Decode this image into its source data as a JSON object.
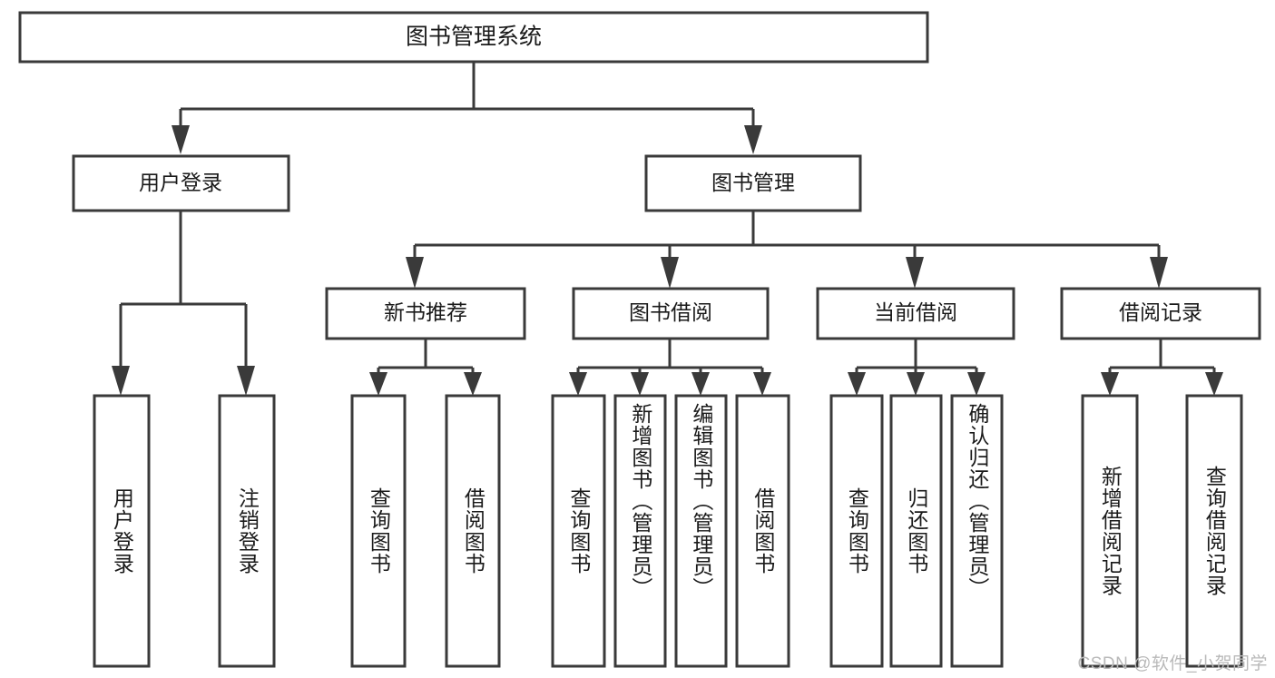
{
  "diagram": {
    "type": "tree-hierarchy",
    "orientation": "top-down",
    "root": {
      "id": "root",
      "label": "图书管理系统"
    },
    "level1": [
      {
        "id": "user-login",
        "label": "用户登录"
      },
      {
        "id": "book-manage",
        "label": "图书管理"
      }
    ],
    "level2": [
      {
        "id": "new-book-recommend",
        "label": "新书推荐",
        "parent": "book-manage"
      },
      {
        "id": "book-borrow",
        "label": "图书借阅",
        "parent": "book-manage"
      },
      {
        "id": "current-borrow",
        "label": "当前借阅",
        "parent": "book-manage"
      },
      {
        "id": "borrow-record",
        "label": "借阅记录",
        "parent": "book-manage"
      }
    ],
    "leaves": [
      {
        "id": "leaf-user-login",
        "label": "用户登录",
        "parent": "user-login"
      },
      {
        "id": "leaf-logout",
        "label": "注销登录",
        "parent": "user-login"
      },
      {
        "id": "leaf-query-book-1",
        "label": "查询图书",
        "parent": "new-book-recommend"
      },
      {
        "id": "leaf-borrow-book-1",
        "label": "借阅图书",
        "parent": "new-book-recommend"
      },
      {
        "id": "leaf-query-book-2",
        "label": "查询图书",
        "parent": "book-borrow"
      },
      {
        "id": "leaf-add-book",
        "label": "新增图书（管理员）",
        "parent": "book-borrow"
      },
      {
        "id": "leaf-edit-book",
        "label": "编辑图书（管理员）",
        "parent": "book-borrow"
      },
      {
        "id": "leaf-borrow-book-2",
        "label": "借阅图书",
        "parent": "book-borrow"
      },
      {
        "id": "leaf-query-book-3",
        "label": "查询图书",
        "parent": "current-borrow"
      },
      {
        "id": "leaf-return-book",
        "label": "归还图书",
        "parent": "current-borrow"
      },
      {
        "id": "leaf-confirm-return",
        "label": "确认归还（管理员）",
        "parent": "current-borrow"
      },
      {
        "id": "leaf-add-record",
        "label": "新增借阅记录",
        "parent": "borrow-record"
      },
      {
        "id": "leaf-query-record",
        "label": "查询借阅记录",
        "parent": "borrow-record"
      }
    ]
  },
  "watermark": {
    "text": "CSDN @软件_小贺同学"
  },
  "colors": {
    "stroke": "#3a3a3a",
    "box_fill": "#ffffff",
    "text": "#1a1a1a",
    "watermark": "#b9b9b9",
    "background": "#ffffff"
  }
}
